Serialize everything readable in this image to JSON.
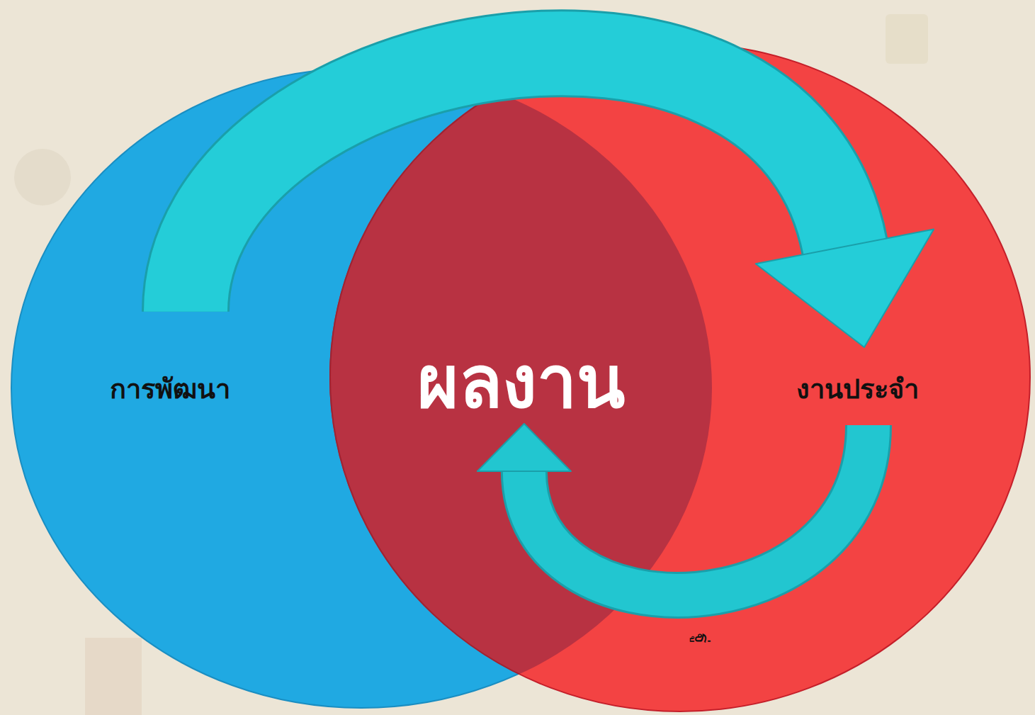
{
  "diagram": {
    "nodes": [
      {
        "text": [
          "การพัฒนา"
        ]
      },
      {
        "text": [
          "ผลงาน"
        ]
      },
      {
        "text": [
          "งานประจำ"
        ]
      }
    ],
    "edges": [
      {
        "from": 0,
        "to": 2,
        "arrow": "to"
      },
      {
        "from": 2,
        "to": 1,
        "arrow": "to",
        "label": "ฐู่"
      }
    ]
  }
}
